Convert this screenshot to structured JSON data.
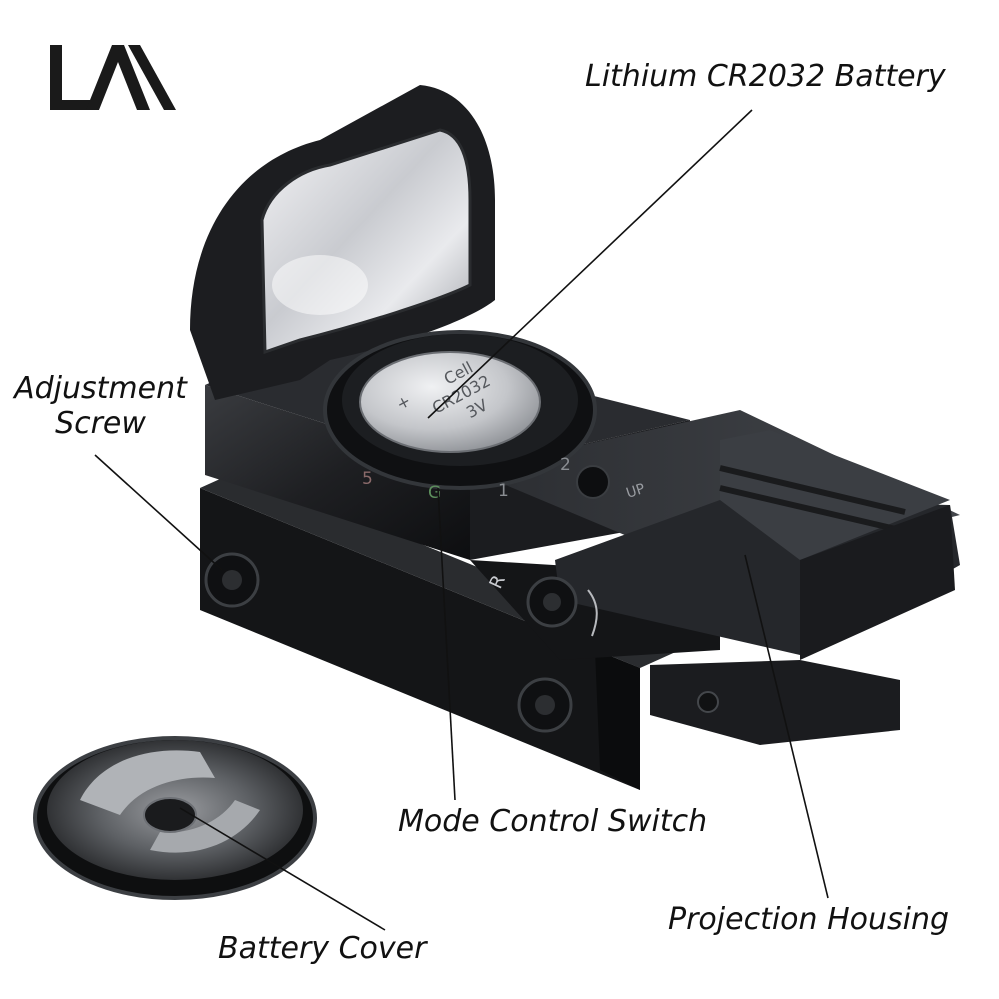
{
  "brand": {
    "logo_text": "LM"
  },
  "callouts": {
    "battery": "Lithium CR2032 Battery",
    "adjustment_line1": "Adjustment",
    "adjustment_line2": "Screw",
    "mode_switch": "Mode Control Switch",
    "projection": "Projection Housing",
    "battery_cover": "Battery Cover"
  },
  "device_markings": {
    "battery_line1": "+",
    "battery_line2": "Cell",
    "battery_line3": "CR2032",
    "battery_line4": "3V",
    "dial_5": "5",
    "dial_g": "G",
    "dial_1": "1",
    "dial_2": "2",
    "side_r": "R",
    "up": "UP"
  },
  "colors": {
    "body": "#1c1d20",
    "text": "#111111",
    "background": "#ffffff"
  }
}
